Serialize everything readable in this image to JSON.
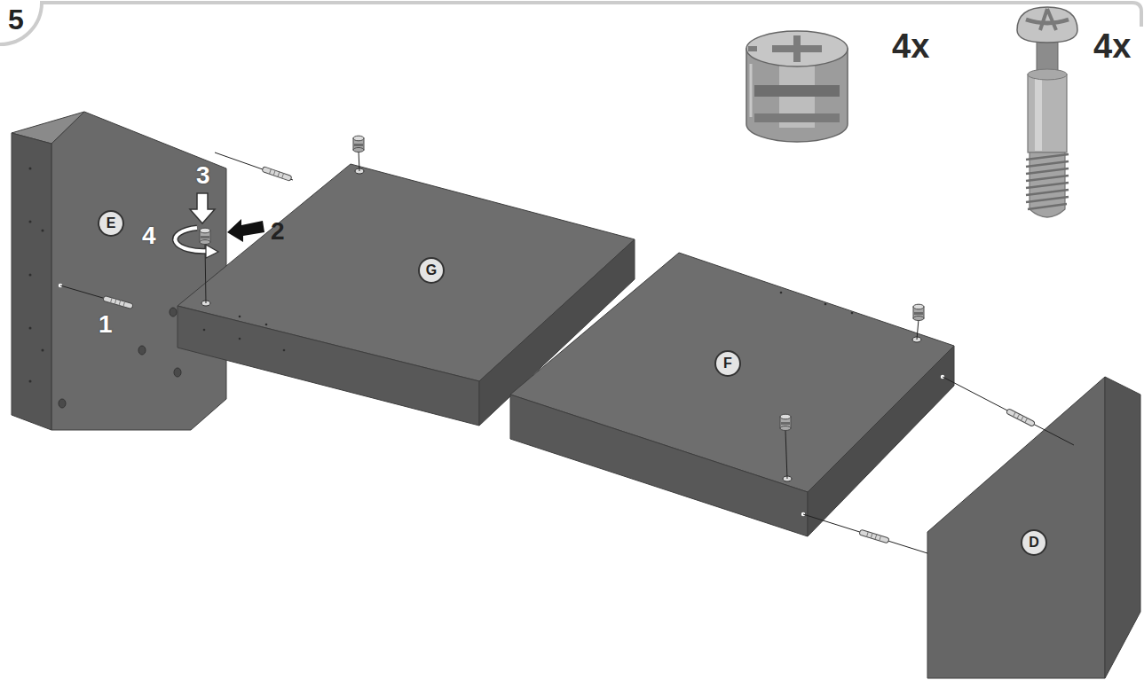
{
  "diagram": {
    "nodes": [
      {
        "text": [
          "5"
        ]
      },
      {
        "text": [
          "E"
        ]
      },
      {
        "text": [
          "G"
        ]
      },
      {
        "text": [
          "F"
        ]
      },
      {
        "text": [
          "D"
        ]
      }
    ],
    "labels": [
      "4x",
      "4x",
      "3",
      "2",
      "4",
      "1"
    ]
  }
}
